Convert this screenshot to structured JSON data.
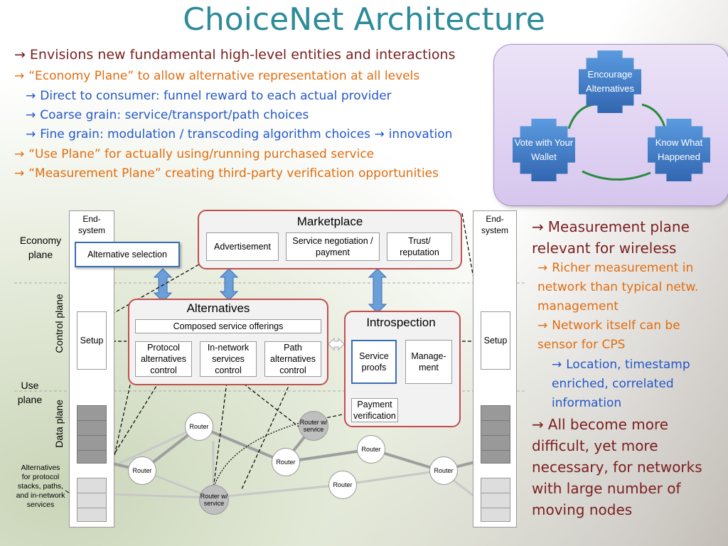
{
  "title": "ChoiceNet Architecture",
  "bullets": [
    {
      "level": 0,
      "text": "Envisions new fundamental high-level entities and interactions"
    },
    {
      "level": 1,
      "text": "“Economy Plane” to allow alternative representation at all levels"
    },
    {
      "level": 2,
      "text": "Direct to consumer: funnel reward to each actual provider"
    },
    {
      "level": 2,
      "text": "Coarse grain: service/transport/path choices"
    },
    {
      "level": 2,
      "text": "Fine grain: modulation / transcoding algorithm choices",
      "suffix": "innovation"
    },
    {
      "level": 1,
      "text": "“Use Plane” for actually using/running purchased service"
    },
    {
      "level": 1,
      "text": "“Measurement Plane” creating third-party verification opportunities"
    }
  ],
  "arrow_glyph": "→",
  "cycle": {
    "top": "Encourage Alternatives",
    "left": "Vote with Your Wallet",
    "right": "Know What Happened"
  },
  "right_bullets": [
    {
      "level": 0,
      "text": "Measurement plane relevant for wireless"
    },
    {
      "level": 1,
      "text": "Richer measurement in network than typical netw. management"
    },
    {
      "level": 1,
      "text": "Network itself can be sensor for CPS"
    },
    {
      "level": 2,
      "text": "Location, timestamp enriched, correlated information"
    },
    {
      "level": 0,
      "text": "All become more difficult, yet more necessary, for networks with large number of moving nodes"
    }
  ],
  "diagram": {
    "plane_labels": {
      "economy": "Economy plane",
      "control": "Control plane",
      "use": "Use plane",
      "data": "Data plane"
    },
    "end_system": "End-system",
    "end_system_lines": [
      "End-",
      "system"
    ],
    "alternative_selection": "Alternative selection",
    "setup": "Setup",
    "marketplace": {
      "title": "Marketplace",
      "items": [
        "Advertisement",
        "Service negotiation / payment",
        "Trust/ reputation"
      ]
    },
    "alternatives": {
      "title": "Alternatives",
      "composed": "Composed service offerings",
      "items": [
        "Protocol alternatives control",
        "In-network services control",
        "Path alternatives control"
      ]
    },
    "introspection": {
      "title": "Introspection",
      "items": [
        "Service proofs",
        "Manage-ment"
      ],
      "payment": "Payment verification"
    },
    "routers": {
      "plain": "Router",
      "service": "Router w/ service"
    },
    "alt_note": "Alternatives for protocol stacks, paths, and in-network services"
  },
  "colors": {
    "title": "#2e8b9a",
    "dark_red": "#7a1f1f",
    "orange": "#e06d10",
    "blue": "#2357c9",
    "panel_border": "#c0504d"
  }
}
